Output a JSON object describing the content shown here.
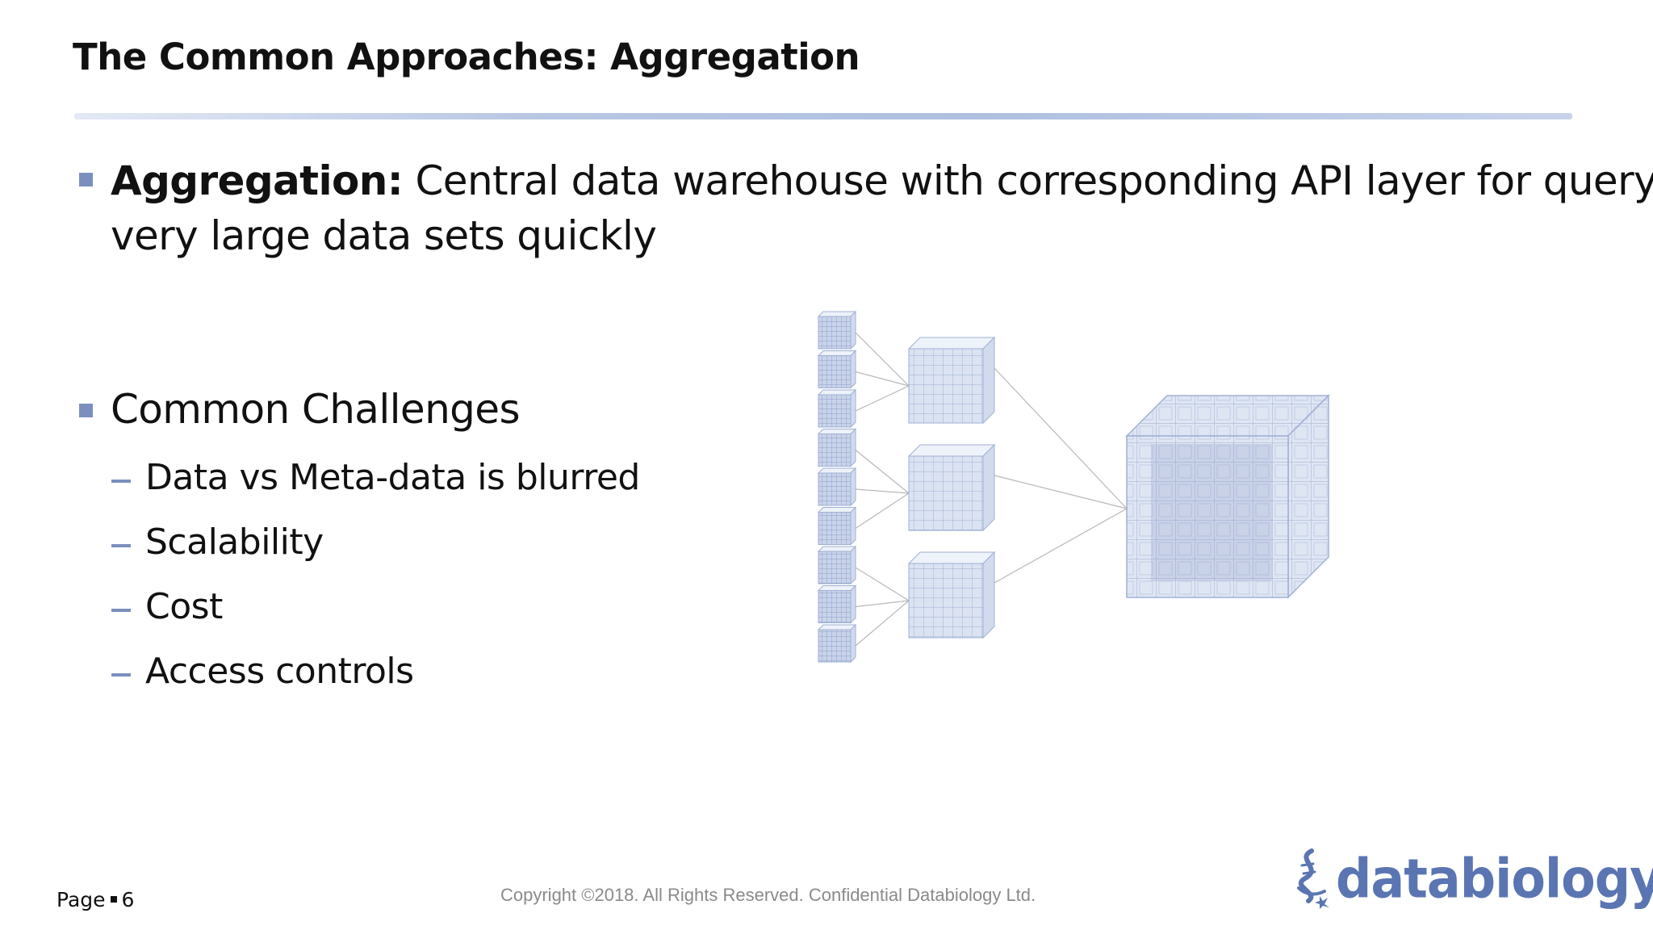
{
  "slide": {
    "title": "The Common Approaches: Aggregation",
    "bullet1": {
      "term": "Aggregation:",
      "line1_rest": " Central data warehouse with corresponding API layer for querying",
      "line2": "very large data sets quickly"
    },
    "bullet2": {
      "heading": "Common Challenges",
      "items": [
        "Data vs Meta-data is blurred",
        "Scalability",
        "Cost",
        "Access controls"
      ]
    }
  },
  "diagram": {
    "small_cube_count": 9,
    "medium_cube_count": 3,
    "large_cube_count": 1,
    "colors": {
      "cube_fill": "#dfe6f3",
      "cube_stroke": "#9fb0d4",
      "cube_dense": "#8f9fc8",
      "connector": "#b8b8b8"
    }
  },
  "footer": {
    "page_label": "Page",
    "page_number": "6",
    "copyright": "Copyright ©2018.  All Rights Reserved.  Confidential Databiology Ltd.",
    "logo_text": "databiology",
    "logo_color": "#5a75b2"
  },
  "theme": {
    "accent": "#7b8fbf"
  }
}
